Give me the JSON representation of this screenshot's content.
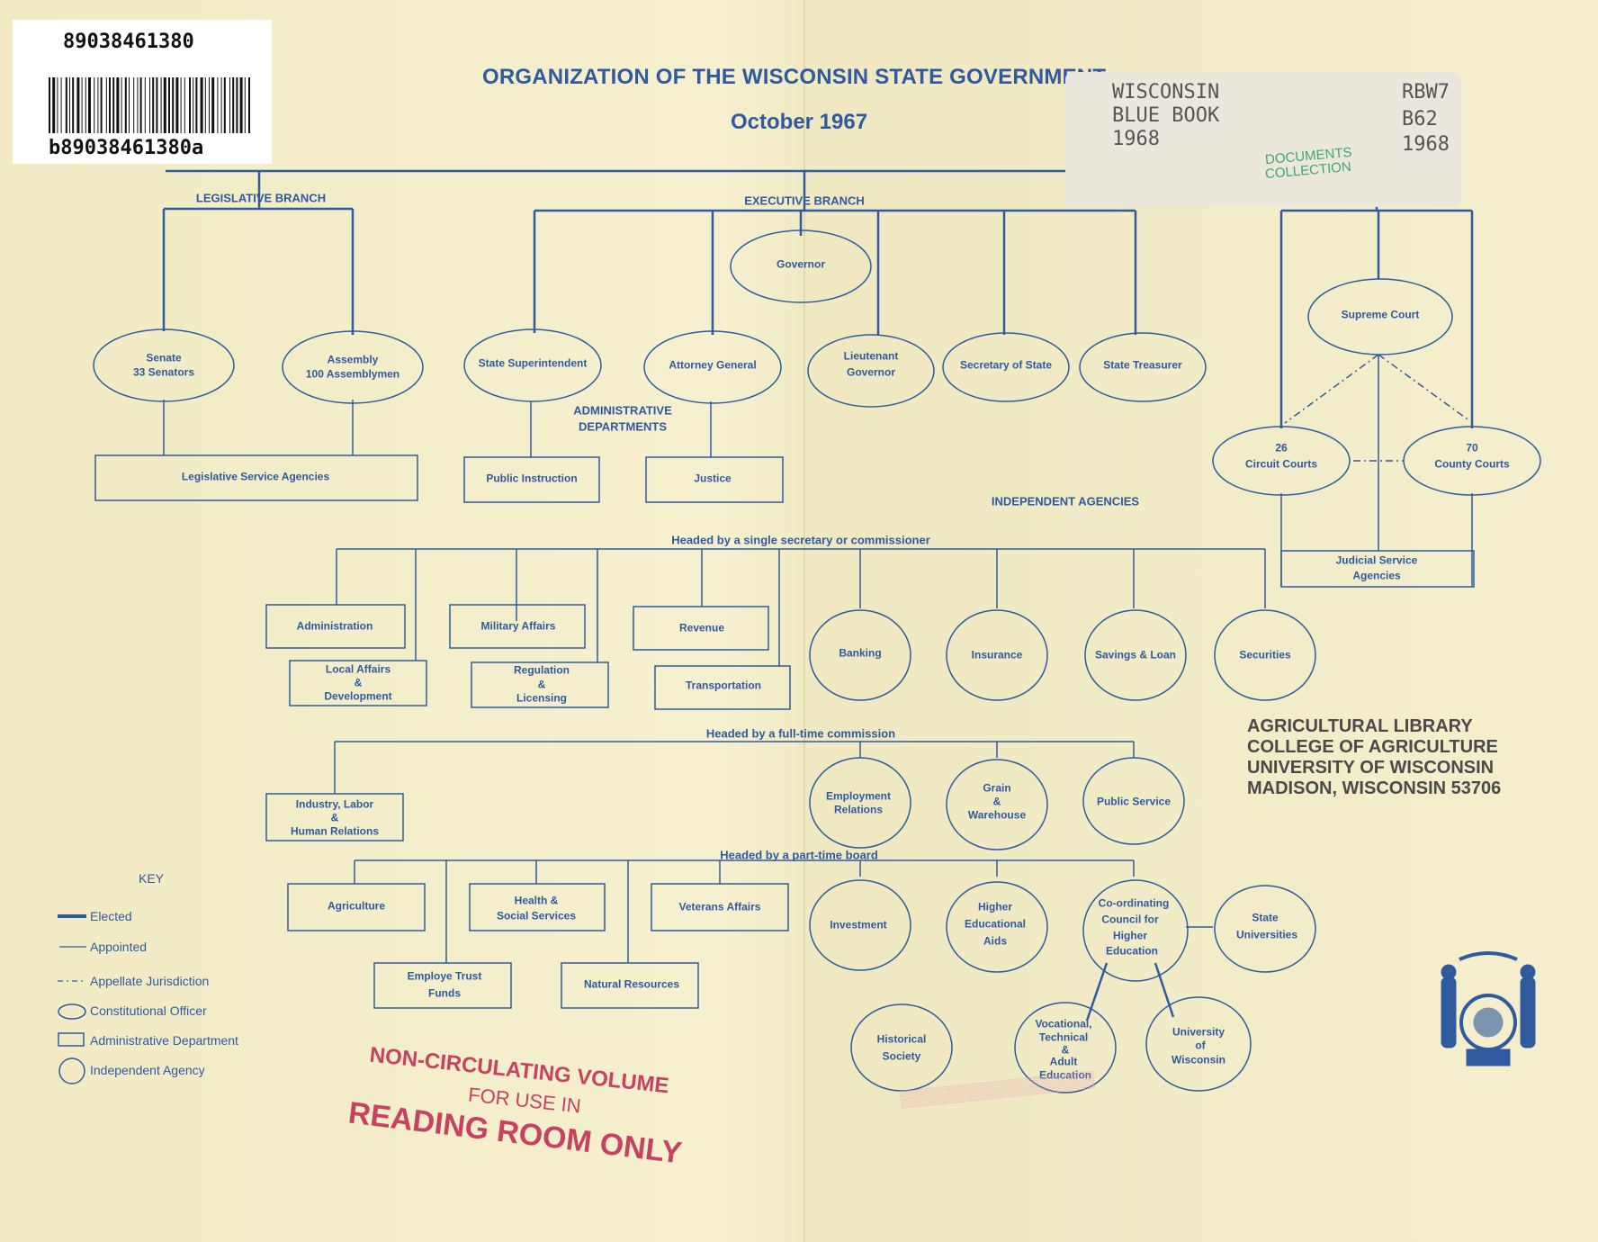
{
  "title": "ORGANIZATION OF THE WISCONSIN STATE GOVERNMENT",
  "subtitle": "October 1967",
  "barcode": {
    "top_number": "89038461380",
    "bottom_number": "b89038461380a"
  },
  "catalog_label": {
    "left": [
      "WISCONSIN",
      "BLUE BOOK",
      "1968"
    ],
    "right": [
      "RBW7",
      "B62",
      "1968"
    ],
    "stamp": [
      "DOCUMENTS",
      "COLLECTION"
    ]
  },
  "branches": {
    "legislative": "LEGISLATIVE BRANCH",
    "executive": "EXECUTIVE BRANCH"
  },
  "nodes": {
    "governor": "Governor",
    "senate": [
      "Senate",
      "33 Senators"
    ],
    "assembly": [
      "Assembly",
      "100 Assemblymen"
    ],
    "legislative_service": "Legislative Service Agencies",
    "state_superintendent": "State Superintendent",
    "attorney_general": "Attorney General",
    "lieutenant_governor": [
      "Lieutenant",
      "Governor"
    ],
    "secretary_of_state": "Secretary of State",
    "state_treasurer": "State Treasurer",
    "administrative_departments": [
      "ADMINISTRATIVE",
      "DEPARTMENTS"
    ],
    "public_instruction": "Public Instruction",
    "justice": "Justice",
    "supreme_court": "Supreme Court",
    "circuit_courts": [
      "26",
      "Circuit Courts"
    ],
    "county_courts": [
      "70",
      "County Courts"
    ],
    "judicial_service": [
      "Judicial Service",
      "Agencies"
    ],
    "independent_agencies": "INDEPENDENT AGENCIES",
    "single_secretary_header": "Headed by a single secretary or commissioner",
    "administration": "Administration",
    "military_affairs": "Military Affairs",
    "revenue": "Revenue",
    "local_affairs": [
      "Local Affairs",
      "&",
      "Development"
    ],
    "regulation": [
      "Regulation",
      "&",
      "Licensing"
    ],
    "transportation": "Transportation",
    "banking": "Banking",
    "insurance": "Insurance",
    "savings_loan": "Savings & Loan",
    "securities": "Securities",
    "full_time_header": "Headed by a full-time commission",
    "industry_labor": [
      "Industry, Labor",
      "&",
      "Human Relations"
    ],
    "employment_relations": [
      "Employment",
      "Relations"
    ],
    "grain_warehouse": [
      "Grain",
      "&",
      "Warehouse"
    ],
    "public_service": "Public Service",
    "part_time_header": "Headed by a part-time board",
    "agriculture": "Agriculture",
    "health_social": [
      "Health &",
      "Social Services"
    ],
    "veterans_affairs": "Veterans Affairs",
    "employe_trust": [
      "Employe Trust",
      "Funds"
    ],
    "natural_resources": "Natural Resources",
    "investment": "Investment",
    "higher_aids": [
      "Higher",
      "Educational",
      "Aids"
    ],
    "coordinating_council": [
      "Co-ordinating",
      "Council for",
      "Higher",
      "Education"
    ],
    "state_universities": [
      "State",
      "Universities"
    ],
    "historical_society": [
      "Historical",
      "Society"
    ],
    "vocational": [
      "Vocational,",
      "Technical",
      "&",
      "Adult",
      "Education"
    ],
    "university_wisconsin": [
      "University",
      "of",
      "Wisconsin"
    ]
  },
  "key": {
    "title": "KEY",
    "items": [
      "Elected",
      "Appointed",
      "Appellate Jurisdiction",
      "Constitutional Officer",
      "Administrative Department",
      "Independent Agency"
    ]
  },
  "stamps": {
    "agricultural_library": [
      "AGRICULTURAL LIBRARY",
      "COLLEGE OF AGRICULTURE",
      "UNIVERSITY OF WISCONSIN",
      "MADISON, WISCONSIN 53706"
    ],
    "non_circulating": [
      "NON-CIRCULATING VOLUME",
      "FOR USE IN",
      "READING ROOM ONLY"
    ]
  },
  "colors": {
    "ink": "#2f5a9e",
    "paper": "#f3edc8",
    "stamp_red": "#c74260"
  }
}
